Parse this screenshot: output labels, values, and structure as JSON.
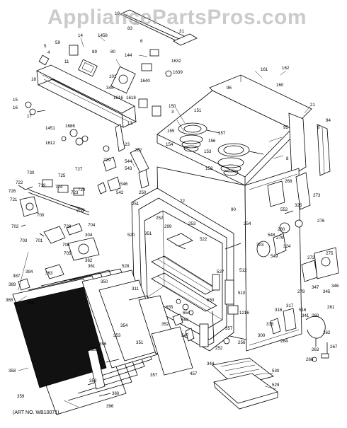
{
  "watermark": "AppliancePartsPros.com",
  "art_number": "(ART NO. WB10071)",
  "part_labels": {
    "l19": "19",
    "l83": "83",
    "l31": "31",
    "l1458": "1458",
    "l14": "14",
    "l5": "5",
    "l59": "59",
    "l4": "4",
    "l11": "11",
    "l89": "89",
    "l80": "80",
    "l6": "6",
    "l144": "144",
    "l1632": "1632",
    "l1639": "1639",
    "l101": "101",
    "l1640": "1640",
    "l344": "344",
    "l18": "18",
    "l1616": "1616",
    "l1618": "1618",
    "l3": "3",
    "l161": "161",
    "l162": "162",
    "l160": "160",
    "l96": "96",
    "l15": "15",
    "l16": "16",
    "l17": "17",
    "l1451": "1451",
    "l1686": "1686",
    "l1612": "1612",
    "l13": "13",
    "l150": "150",
    "l151": "151",
    "l155": "155",
    "l157": "157",
    "l154": "154",
    "l156": "156",
    "l153": "153",
    "l158": "158",
    "l21": "21",
    "l95": "95",
    "l94": "94",
    "l9": "9",
    "l8": "8",
    "l23": "23",
    "l282": "282",
    "l544": "544",
    "l543": "543",
    "l729": "729",
    "l730": "730",
    "l727": "727",
    "l725": "725",
    "l722": "722",
    "l719": "719",
    "l724": "724",
    "l723": "723",
    "l720": "720",
    "l726": "726",
    "l721": "721",
    "l700": "700",
    "l704": "704",
    "l546": "546",
    "l542": "542",
    "l250": "250",
    "l251": "251",
    "l22": "22",
    "l252": "252",
    "l90": "90",
    "l254": "254",
    "l268": "268",
    "l273": "273",
    "l552": "552",
    "l325": "325",
    "l276": "276",
    "l702": "702",
    "l703": "703",
    "l701": "701",
    "l728": "728",
    "l706": "706",
    "l705": "705",
    "l304": "304",
    "l520": "520",
    "l351": "351",
    "l522": "522",
    "l548": "548",
    "l280": "280",
    "l279": "279",
    "l324": "324",
    "l303": "303",
    "l549": "549",
    "l362": "362",
    "l361": "361",
    "l528": "528",
    "l527": "527",
    "l512": "512",
    "l387": "387",
    "l394": "394",
    "l363": "363",
    "l389": "389",
    "l365": "365",
    "l364": "364",
    "l350": "350",
    "l352": "352",
    "l353": "353",
    "l354": "354",
    "l311": "311",
    "l650": "650",
    "l655": "655",
    "l654": "654",
    "l653": "653",
    "l510": "510",
    "l1216": "1216",
    "l272": "272",
    "l275": "275",
    "l278": "278",
    "l345": "345",
    "l347": "347",
    "l346": "346",
    "l261": "261",
    "l316": "316",
    "l317": "317",
    "l516": "516",
    "l341": "341",
    "l260": "260",
    "l315": "315",
    "l557": "557",
    "l547": "547",
    "l356": "356",
    "l355": "355",
    "l352b": "352",
    "l351b": "351",
    "l300": "300",
    "l264": "264",
    "l262": "262",
    "l263": "263",
    "l267": "267",
    "l256": "256",
    "l252b": "252",
    "l344b": "344",
    "l457": "457",
    "l357": "357",
    "l358": "358",
    "l359": "359",
    "l360": "360",
    "l396": "396",
    "l266": "266",
    "l530": "530",
    "l529": "529",
    "l253": "253",
    "l299": "299"
  }
}
